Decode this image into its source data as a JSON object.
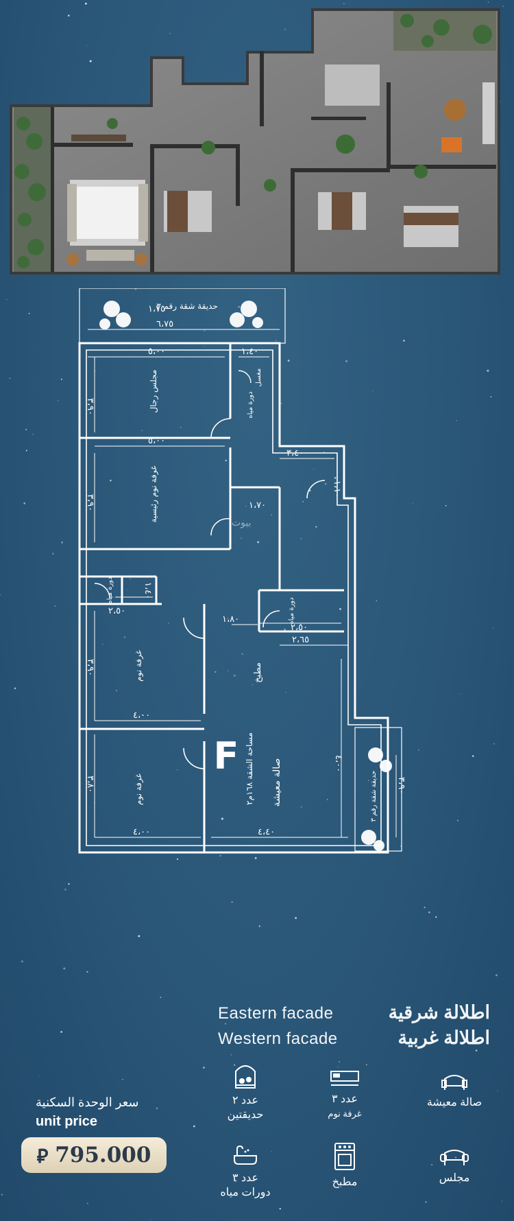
{
  "plan": {
    "unit_letter": "F",
    "rooms": [
      {
        "label": "حديقة شقة رقم ٣"
      },
      {
        "label": "مجلس رجال"
      },
      {
        "label": "غرفة نوم رئيسية"
      },
      {
        "label": "غرفة نوم"
      },
      {
        "label": "غرفة نوم"
      },
      {
        "label": "صالة معيشة"
      },
      {
        "label": "مطبخ"
      },
      {
        "label": "دورة مياه"
      },
      {
        "label": "دورة مياه"
      },
      {
        "label": "دورة مياه"
      },
      {
        "label": "مغسل"
      },
      {
        "label": "حديقة شقة رقم ٣"
      },
      {
        "label": "مساحة الشقة ١٦٨م٢"
      }
    ],
    "dimensions": [
      "١،٧٥",
      "٦،٧٥",
      "٥،٠٠",
      "١،٤٠",
      "٣،٩٠",
      "٥،٠٠",
      "٣،٤٠",
      "١،١٠",
      "٣،٩٠",
      "١،٧٠",
      "٢،٥٠",
      "١،٤٠",
      "١،٨٠",
      "٢،٥٠",
      "٢،٦٥",
      "٣،٩٠",
      "٤،٠٠",
      "٣،٨٠",
      "٤،٠٠",
      "٤،٤٠",
      "٣،٩٠",
      "٤،٠٠"
    ],
    "watermark": "بيوت"
  },
  "facades": {
    "east_en": "Eastern facade",
    "east_ar": "اطلالة شرقية",
    "west_en": "Western facade",
    "west_ar": "اطلالة غربية"
  },
  "price": {
    "label_ar": "سعر الوحدة السكنية",
    "label_en": "unit price",
    "value": "795.000",
    "currency_icon": "riyal-sign"
  },
  "features": [
    {
      "icon": "garden-icon",
      "text_line1": "عدد ٢",
      "text_line2": "حديقتين"
    },
    {
      "icon": "bedroom-icon",
      "text_line1": "عدد ٣",
      "text_line2": "غرفة نوم"
    },
    {
      "icon": "sofa-icon",
      "text_line1": "صالة معيشة",
      "text_line2": ""
    },
    {
      "icon": "bathtub-icon",
      "text_line1": "عدد ٣",
      "text_line2": "دورات مياه"
    },
    {
      "icon": "stove-icon",
      "text_line1": "مطبخ",
      "text_line2": ""
    },
    {
      "icon": "armchair-icon",
      "text_line1": "مجلس",
      "text_line2": ""
    }
  ],
  "colors": {
    "background": "#2a5677",
    "lines": "#ffffff",
    "price_box": "#efe5cf"
  }
}
